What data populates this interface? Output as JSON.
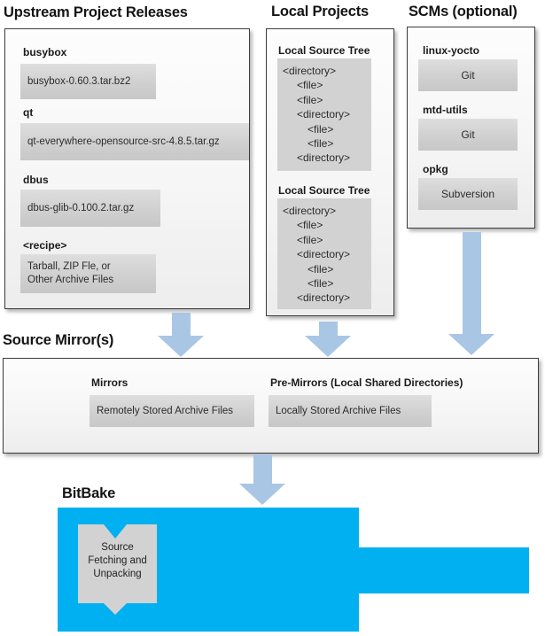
{
  "colors": {
    "arrow_blue": "#a9c6e5",
    "bitbake_blue": "#00b0f0",
    "box_gray_light": "#dedede",
    "box_gray_dark": "#c7c7c7",
    "tree_gray": "#d2d2d2",
    "panel_border": "#3d3d3d"
  },
  "upstream": {
    "heading": "Upstream Project Releases",
    "items": [
      {
        "label": "busybox",
        "file": "busybox-0.60.3.tar.bz2"
      },
      {
        "label": "qt",
        "file": "qt-everywhere-opensource-src-4.8.5.tar.gz"
      },
      {
        "label": "dbus",
        "file": "dbus-glib-0.100.2.tar.gz"
      },
      {
        "label": "<recipe>",
        "file_lines": [
          "Tarball, ZIP Fle, or",
          "Other Archive Files"
        ]
      }
    ]
  },
  "local": {
    "heading": "Local Projects",
    "sections": [
      {
        "label": "Local Source Tree",
        "tree": [
          "<directory>",
          "<file>",
          "<file>",
          "<directory>",
          "<file>",
          "<file>",
          "<directory>"
        ]
      },
      {
        "label": "Local Source Tree",
        "tree": [
          "<directory>",
          "<file>",
          "<file>",
          "<directory>",
          "<file>",
          "<file>",
          "<directory>"
        ]
      }
    ]
  },
  "scms": {
    "heading": "SCMs (optional)",
    "items": [
      {
        "label": "linux-yocto",
        "scm": "Git"
      },
      {
        "label": "mtd-utils",
        "scm": "Git"
      },
      {
        "label": "opkg",
        "scm": "Subversion"
      }
    ]
  },
  "mirrors": {
    "heading": "Source Mirror(s)",
    "groups": [
      {
        "label": "Mirrors",
        "box": "Remotely Stored Archive Files"
      },
      {
        "label": "Pre-Mirrors (Local Shared Directories)",
        "box": "Locally Stored Archive Files"
      }
    ]
  },
  "bitbake": {
    "heading": "BitBake",
    "ribbon": [
      "Source",
      "Fetching and",
      "Unpacking"
    ]
  }
}
